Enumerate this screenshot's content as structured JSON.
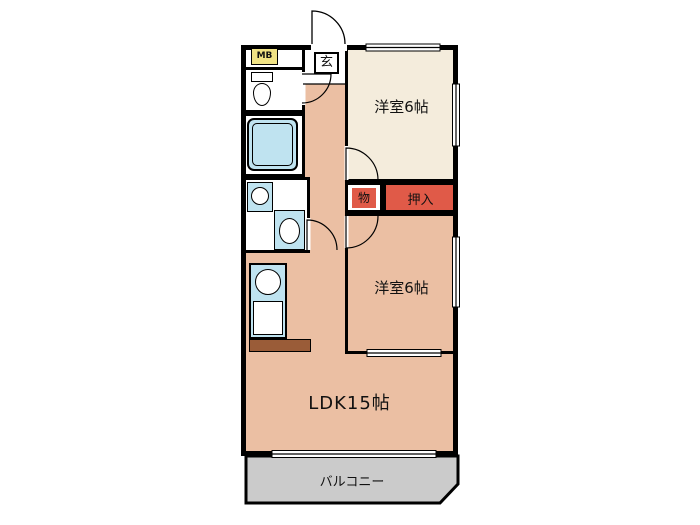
{
  "plan": {
    "mb_label": "MB",
    "genkan_label": "玄",
    "bedroom_top_label": "洋室6帖",
    "storage_label": "物",
    "oshiire_label": "押入",
    "bedroom_mid_label": "洋室6帖",
    "ldk_label": "LDK15帖",
    "balcony_label": "バルコニー",
    "colors": {
      "wall": "#000000",
      "warm_room": "#EBBFA3",
      "cream_room": "#F4ECDC",
      "closet_red": "#E05A48",
      "balcony_gray": "#CBCBCB",
      "fixture_blue": "#BFE3F0",
      "mb_yellow": "#F0E284",
      "counter_brown": "#9A5C38",
      "background": "#FFFFFF"
    }
  }
}
